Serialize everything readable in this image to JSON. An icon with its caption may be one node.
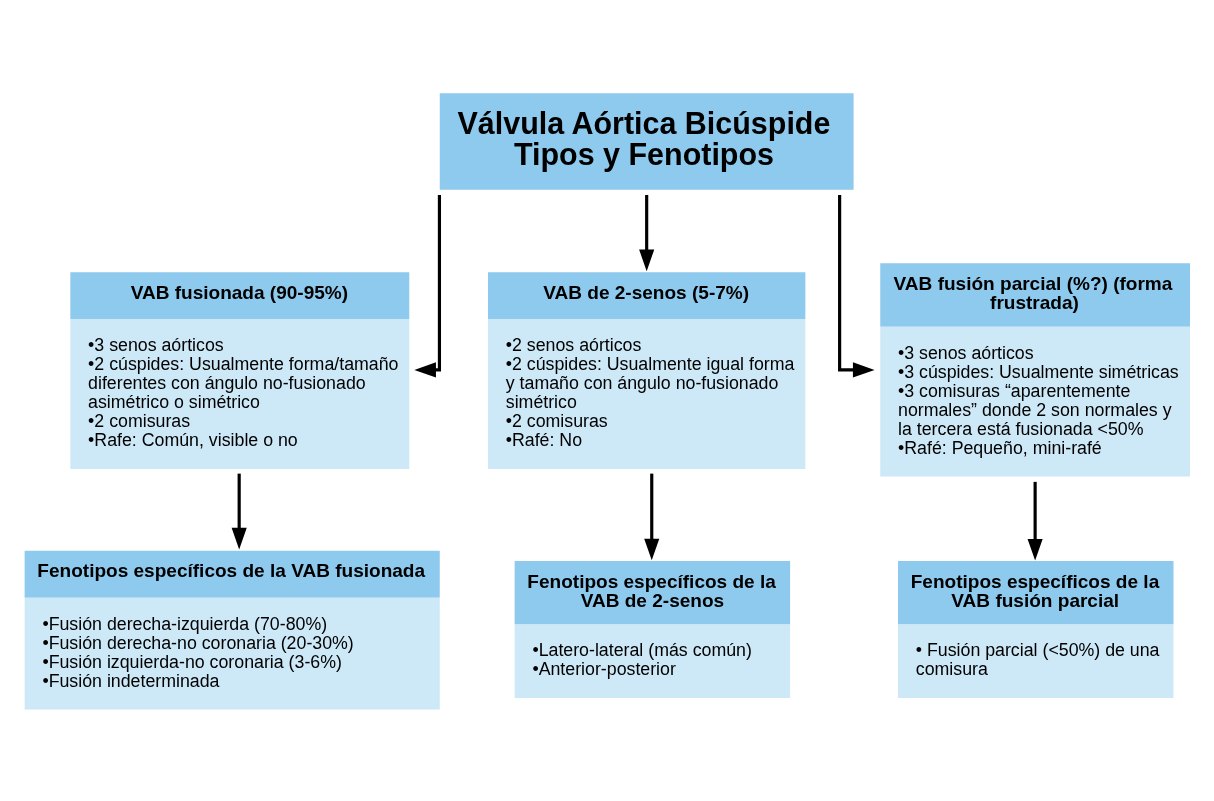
{
  "diagram": {
    "nodes": [
      {
        "text": [
          "Válvula Aórtica Bicúspide Tipos y Fenotipos"
        ]
      },
      {
        "text": [
          "VAB fusionada (90-95%)",
          "•3 senos aórticos",
          "•2 cúspides: Usualmente forma/tamaño diferentes con ángulo no-fusionado asimétrico o simétrico",
          "•2 comisuras",
          "•Rafe: Común, visible o no"
        ]
      },
      {
        "text": [
          "VAB de 2-senos (5-7%)",
          "•2 senos aórticos",
          "•2 cúspides: Usualmente igual forma y tamaño con ángulo no-fusionado simétrico",
          "•2 comisuras",
          "•Rafé: No"
        ]
      },
      {
        "text": [
          "VAB fusión parcial (%?) (forma frustrada)",
          "•3 senos aórticos",
          "•3 cúspides: Usualmente simétricas",
          "•3 comisuras “aparentemente normales” donde 2 son normales y la tercera está fusionada <50%",
          "•Rafé: Pequeño, mini-rafé"
        ]
      },
      {
        "text": [
          "Fenotipos específicos de la VAB fusionada",
          "•Fusión derecha-izquierda (70-80%)",
          "•Fusión derecha-no coronaria (20-30%)",
          "•Fusión izquierda-no coronaria (3-6%)",
          "•Fusión indeterminada"
        ]
      },
      {
        "text": [
          "Fenotipos específicos de la VAB de 2-senos",
          "•Latero-lateral (más común)",
          "•Anterior-posterior"
        ]
      },
      {
        "text": [
          "Fenotipos específicos de la VAB fusión parcial",
          "• Fusión parcial (<50%) de una comisura"
        ]
      }
    ],
    "edges": [
      {
        "from": 0,
        "to": 1,
        "arrow": "to"
      },
      {
        "from": 0,
        "to": 2,
        "arrow": "to"
      },
      {
        "from": 0,
        "to": 3,
        "arrow": "to"
      },
      {
        "from": 1,
        "to": 4,
        "arrow": "to"
      },
      {
        "from": 2,
        "to": 5,
        "arrow": "to"
      },
      {
        "from": 3,
        "to": 6,
        "arrow": "to"
      }
    ]
  }
}
